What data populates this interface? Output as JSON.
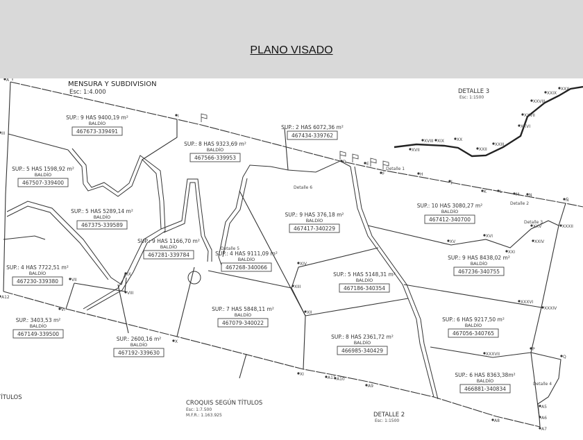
{
  "title": "PLANO VISADO",
  "plan": {
    "main_heading": "MENSURA Y SUBDIVISION",
    "main_scale": "Esc: 1:4.000",
    "detalle3": {
      "title": "DETALLE 3",
      "scale": "Esc: 1:1500"
    },
    "detalle2": {
      "title": "DETALLE 2",
      "scale": "Esc: 1:1500"
    },
    "croquis": {
      "title": "CROQUIS SEGÚN TÍTULOS",
      "scale": "Esc: 1:7.500",
      "mfr": "M.F.R.: 1.163.925"
    },
    "titulos_left": "TÍTULOS",
    "detail_refs": [
      "Detalle 1",
      "Detalle 2",
      "Detalle 3",
      "Detalle 4",
      "Detalle 5",
      "Detalle 6"
    ],
    "parcels": [
      {
        "sup": "SUP.: 9 HAS 9400,19 m²",
        "use": "BALDÍO",
        "code": "467673-339491"
      },
      {
        "sup": "SUP.: 8 HAS 9323,69 m²",
        "use": "BALDÍO",
        "code": "467566-339953"
      },
      {
        "sup": "SUP.: 2 HAS 6072,36 m²",
        "use": "",
        "code": "467434-339762"
      },
      {
        "sup": "SUP.: 5 HAS 1598,92 m²",
        "use": "BALDÍO",
        "code": "467507-339400"
      },
      {
        "sup": "SUP.: 5 HAS 5289,14 m²",
        "use": "BALDÍO",
        "code": "467375-339589"
      },
      {
        "sup": "SUP.: 9 HAS 1166,70 m²",
        "use": "BALDÍO",
        "code": "467281-339784"
      },
      {
        "sup": "SUP.: 9 HAS 376,18 m²",
        "use": "BALDÍO",
        "code": "467417-340229"
      },
      {
        "sup": "SUP.: 10 HAS 3080,27 m²",
        "use": "BALDÍO",
        "code": "467412-340700"
      },
      {
        "sup": "SUP.: 4 HAS 9111,09 m²",
        "use": "BALDÍO",
        "code": "467268-340066"
      },
      {
        "sup": "SUP.: 4 HAS 7722,51 m²",
        "use": "BALDÍO",
        "code": "467230-339380"
      },
      {
        "sup": "SUP.: 9 HAS 8438,02 m²",
        "use": "BALDÍO",
        "code": "467236-340755"
      },
      {
        "sup": "SUP.: 5 HAS 5148,31 m²",
        "use": "BALDÍO",
        "code": "467186-340354"
      },
      {
        "sup": "SUP.: 3403,53 m²",
        "use": "BALDÍO",
        "code": "467149-339500"
      },
      {
        "sup": "SUP.: 2600,16 m²",
        "use": "BALDÍO",
        "code": "467192-339630"
      },
      {
        "sup": "SUP.: 7 HAS 5848,11 m²",
        "use": "BALDÍO",
        "code": "467079-340022"
      },
      {
        "sup": "SUP.: 6 HAS 9217,50 m²",
        "use": "BALDÍO",
        "code": "467056-340765"
      },
      {
        "sup": "SUP.: 8 HAS 2361,72 m²",
        "use": "BALDÍO",
        "code": "466985-340429"
      },
      {
        "sup": "SUP.: 6 HAS 8363,38m²",
        "use": "BALDÍO",
        "code": "466881-340834"
      }
    ],
    "points": [
      "A",
      "I",
      "III",
      "A12",
      "VI",
      "VII",
      "VIII",
      "IX",
      "X",
      "XI",
      "A10",
      "A11",
      "A9",
      "A8",
      "A7",
      "A6",
      "A5",
      "Q",
      "P",
      "Ñ",
      "XXXII",
      "XXXIV",
      "XXXVI",
      "XXXVII",
      "XII",
      "XIII",
      "XIV",
      "XV",
      "XVI",
      "XXI",
      "XXIV",
      "XXV",
      "D",
      "E",
      "F",
      "H",
      "J",
      "K",
      "L",
      "M",
      "N",
      "XVII",
      "XVIII",
      "XIX",
      "XX",
      "XXII",
      "XXIII",
      "XXVI",
      "XXVII",
      "XXVIII",
      "XXIX",
      "XXX"
    ]
  }
}
